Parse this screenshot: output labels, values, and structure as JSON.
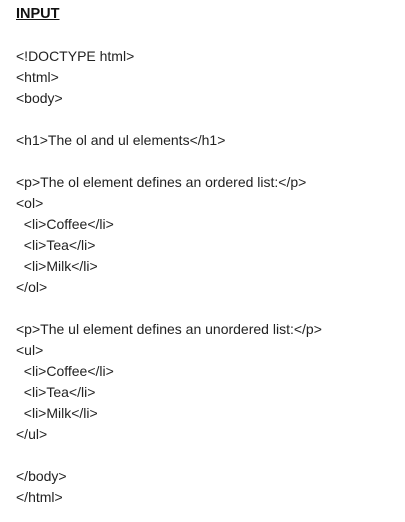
{
  "heading": "INPUT",
  "code_lines": [
    "",
    "<!DOCTYPE html>",
    "<html>",
    "<body>",
    "",
    "<h1>The ol and ul elements</h1>",
    "",
    "<p>The ol element defines an ordered list:</p>",
    "<ol>",
    "  <li>Coffee</li>",
    "  <li>Tea</li>",
    "  <li>Milk</li>",
    "</ol>",
    "",
    "<p>The ul element defines an unordered list:</p>",
    "<ul>",
    "  <li>Coffee</li>",
    "  <li>Tea</li>",
    "  <li>Milk</li>",
    "</ul>",
    "",
    "</body>",
    "</html>"
  ]
}
